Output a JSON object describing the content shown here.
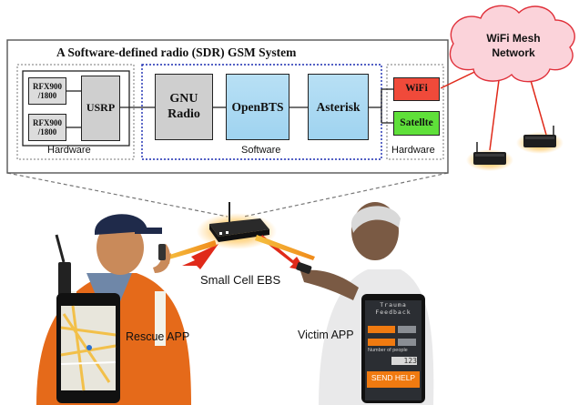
{
  "system": {
    "title": "A Software-defined radio (SDR) GSM System",
    "hardware_label_left": "Hardware",
    "software_label": "Software",
    "hardware_label_right": "Hardware",
    "blocks": {
      "rfx1": [
        "RFX900",
        "/1800"
      ],
      "rfx2": [
        "RFX900",
        "/1800"
      ],
      "usrp": "USRP",
      "gnuradio": [
        "GNU",
        "Radio"
      ],
      "openbts": "OpenBTS",
      "asterisk": "Asterisk",
      "wifi": "WiFi",
      "satellite": "Satellte"
    }
  },
  "cloud": {
    "label_line1": "WiFi Mesh",
    "label_line2": "Network"
  },
  "center": {
    "label": "Small Cell EBS"
  },
  "apps": {
    "rescue": "Rescue APP",
    "victim": "Victim APP",
    "victim_screen": {
      "header_line1": "Trauma",
      "header_line2": "Feedback",
      "people_label": "Number of people",
      "count": "123",
      "button": "SEND HELP"
    }
  },
  "colors": {
    "wifi_block": "#f04a3a",
    "satellite_block": "#5fe03a",
    "software_box_border": "#1a2bb0",
    "cloud_fill": "#fbd3da",
    "cloud_stroke": "#e0303a",
    "arrow_red": "#e02a1a",
    "arrow_orange": "#f0b020",
    "send_help": "#f07a10"
  }
}
